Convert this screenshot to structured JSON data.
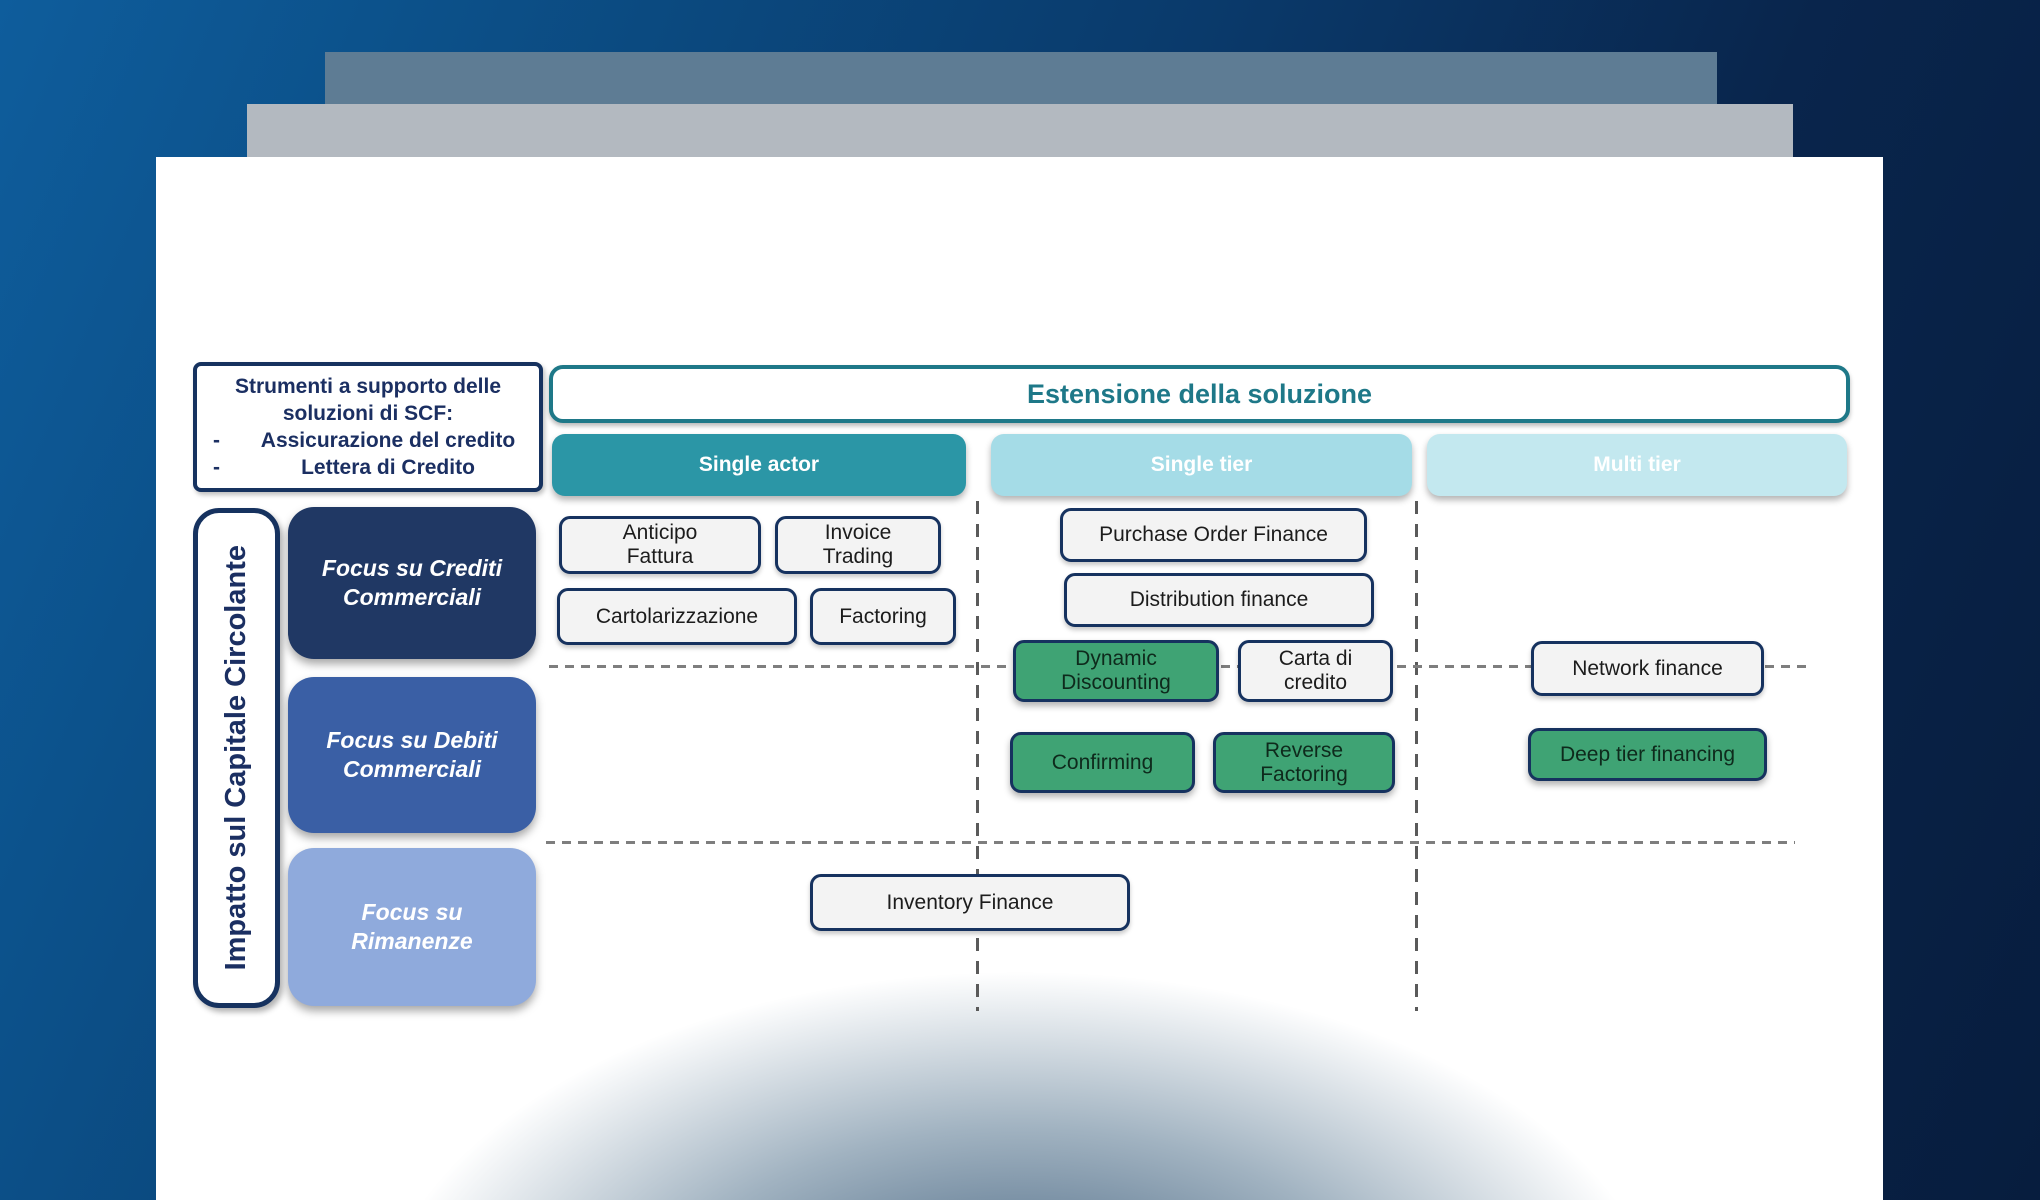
{
  "support_box": {
    "line1": "Strumenti a supporto delle",
    "line2": "soluzioni di SCF:",
    "bullet_dash": "-",
    "bullets": [
      "Assicurazione del credito",
      "Lettera di Credito"
    ]
  },
  "extension_header": {
    "title": "Estensione della soluzione"
  },
  "columns": [
    {
      "label": "Single actor",
      "color": "#2b96a6"
    },
    {
      "label": "Single tier",
      "color": "#a5dce7"
    },
    {
      "label": "Multi tier",
      "color": "#c3e8ef"
    }
  ],
  "impact_axis": {
    "label": "Impatto sul Capitale Circolante"
  },
  "rows": [
    {
      "label": "Focus su Crediti Commerciali",
      "color": "#203864"
    },
    {
      "label": "Focus su Debiti Commerciali",
      "color": "#3a5fa5"
    },
    {
      "label": "Focus su Rimanenze",
      "color": "#8faadc"
    }
  ],
  "solutions": {
    "anticipo_fattura": "Anticipo Fattura",
    "invoice_trading": "Invoice Trading",
    "cartolarizzazione": "Cartolarizzazione",
    "factoring": "Factoring",
    "purchase_order_finance": "Purchase Order Finance",
    "distribution_finance": "Distribution finance",
    "dynamic_discounting": "Dynamic Discounting",
    "carta_di_credito": "Carta di credito",
    "confirming": "Confirming",
    "reverse_factoring": "Reverse Factoring",
    "network_finance": "Network finance",
    "deep_tier_financing": "Deep tier financing",
    "inventory_finance": "Inventory Finance"
  },
  "colors": {
    "background_blue": "#0b4a80",
    "background_navy": "#071d3e",
    "navy_border": "#16325f",
    "teal_border_text": "#1e7888",
    "green_box": "#3fa374",
    "light_box": "#f3f3f3"
  }
}
